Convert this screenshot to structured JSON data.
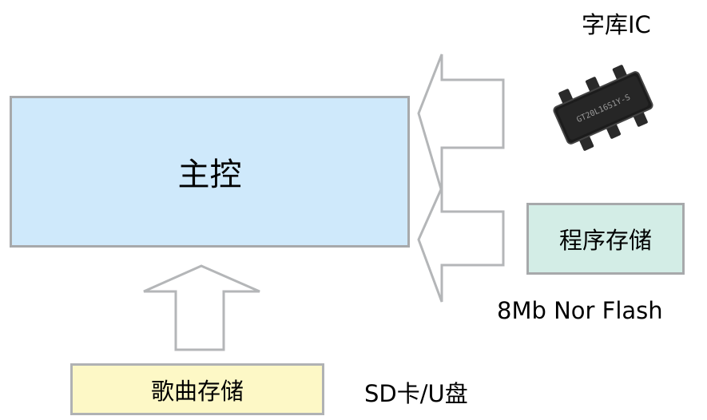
{
  "main_controller": {
    "label": "主控"
  },
  "program_storage": {
    "label": "程序存储",
    "caption": "8Mb Nor Flash"
  },
  "song_storage": {
    "label": "歌曲存储",
    "caption": "SD卡/U盘"
  },
  "font_ic": {
    "caption": "字库IC",
    "chip_marking": "GT20L16S1Y-S"
  },
  "colors": {
    "main_fill": "#cfe9fb",
    "program_fill": "#d3ede6",
    "song_fill": "#fdf8c6",
    "border": "#a7a9ab"
  }
}
